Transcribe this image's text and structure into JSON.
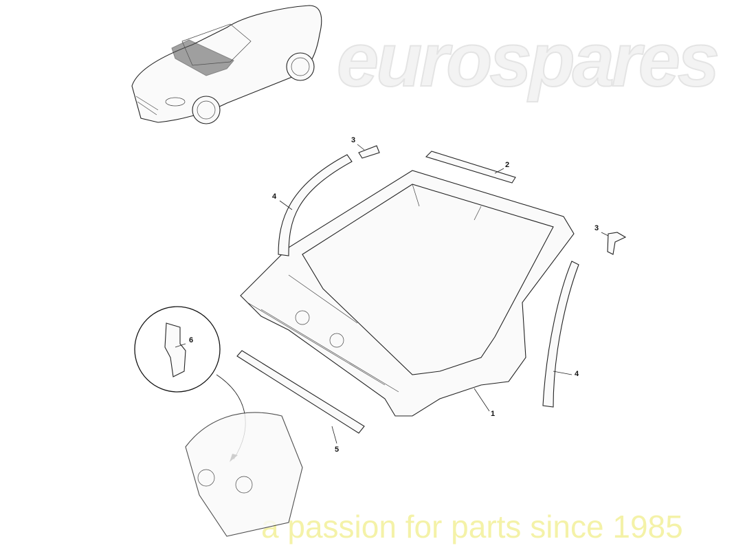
{
  "watermark": {
    "brand": "eurospares",
    "tagline": "a passion for parts since 1985"
  },
  "callouts": {
    "c1": "1",
    "c2": "2",
    "c3a": "3",
    "c3b": "3",
    "c4a": "4",
    "c4b": "4",
    "c5": "5",
    "c6": "6"
  }
}
